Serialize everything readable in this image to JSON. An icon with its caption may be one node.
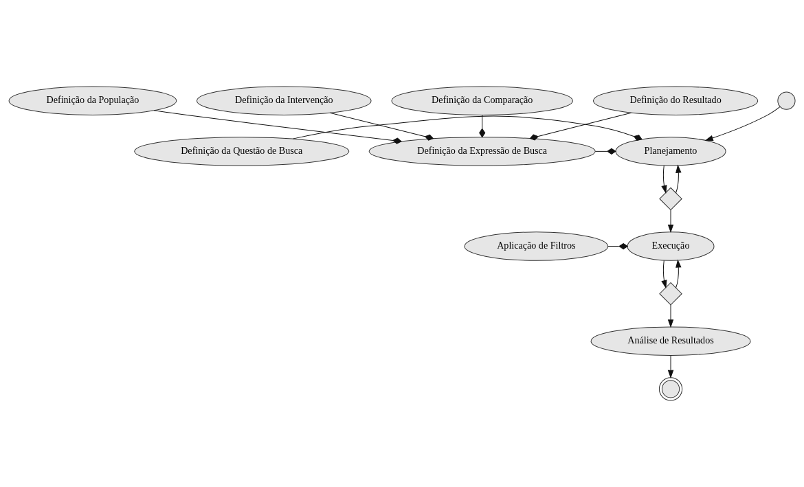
{
  "diagram": {
    "nodes": [
      {
        "text": [],
        "shape": "circle"
      },
      {
        "text": [
          "Planejamento"
        ]
      },
      {
        "text": [],
        "shape": "diamond"
      },
      {
        "text": [
          "Execução"
        ]
      },
      {
        "text": [],
        "shape": "diamond"
      },
      {
        "text": [
          "Análise de Resultados"
        ]
      },
      {
        "text": [],
        "shape": "circle"
      },
      {
        "text": [
          "Definição da Questão de Busca"
        ]
      },
      {
        "text": [
          "Definição da Expressão de Busca"
        ]
      },
      {
        "text": [
          "Aplicação de Filtros"
        ]
      },
      {
        "text": [
          "Definição da População"
        ]
      },
      {
        "text": [
          "Definição da Intervenção"
        ]
      },
      {
        "text": [
          "Definição da Comparação"
        ]
      },
      {
        "text": [
          "Definição do Resultado"
        ]
      }
    ],
    "edges": [
      {
        "from": 0,
        "to": 1,
        "arrow": "to"
      },
      {
        "from": 1,
        "to": 2,
        "arrow": "to"
      },
      {
        "from": 2,
        "to": 1,
        "arrow": "to"
      },
      {
        "from": 2,
        "to": 3,
        "arrow": "to"
      },
      {
        "from": 3,
        "to": 4,
        "arrow": "to"
      },
      {
        "from": 4,
        "to": 3,
        "arrow": "to"
      },
      {
        "from": 4,
        "to": 5,
        "arrow": "to"
      },
      {
        "from": 5,
        "to": 6,
        "arrow": "to"
      },
      {
        "from": 7,
        "to": 1,
        "arrow": "other"
      },
      {
        "from": 8,
        "to": 1,
        "arrow": "other"
      },
      {
        "from": 9,
        "to": 3,
        "arrow": "other"
      },
      {
        "from": 10,
        "to": 8,
        "arrow": "other"
      },
      {
        "from": 11,
        "to": 8,
        "arrow": "other"
      },
      {
        "from": 12,
        "to": 8,
        "arrow": "other"
      },
      {
        "from": 13,
        "to": 8,
        "arrow": "other"
      }
    ]
  }
}
